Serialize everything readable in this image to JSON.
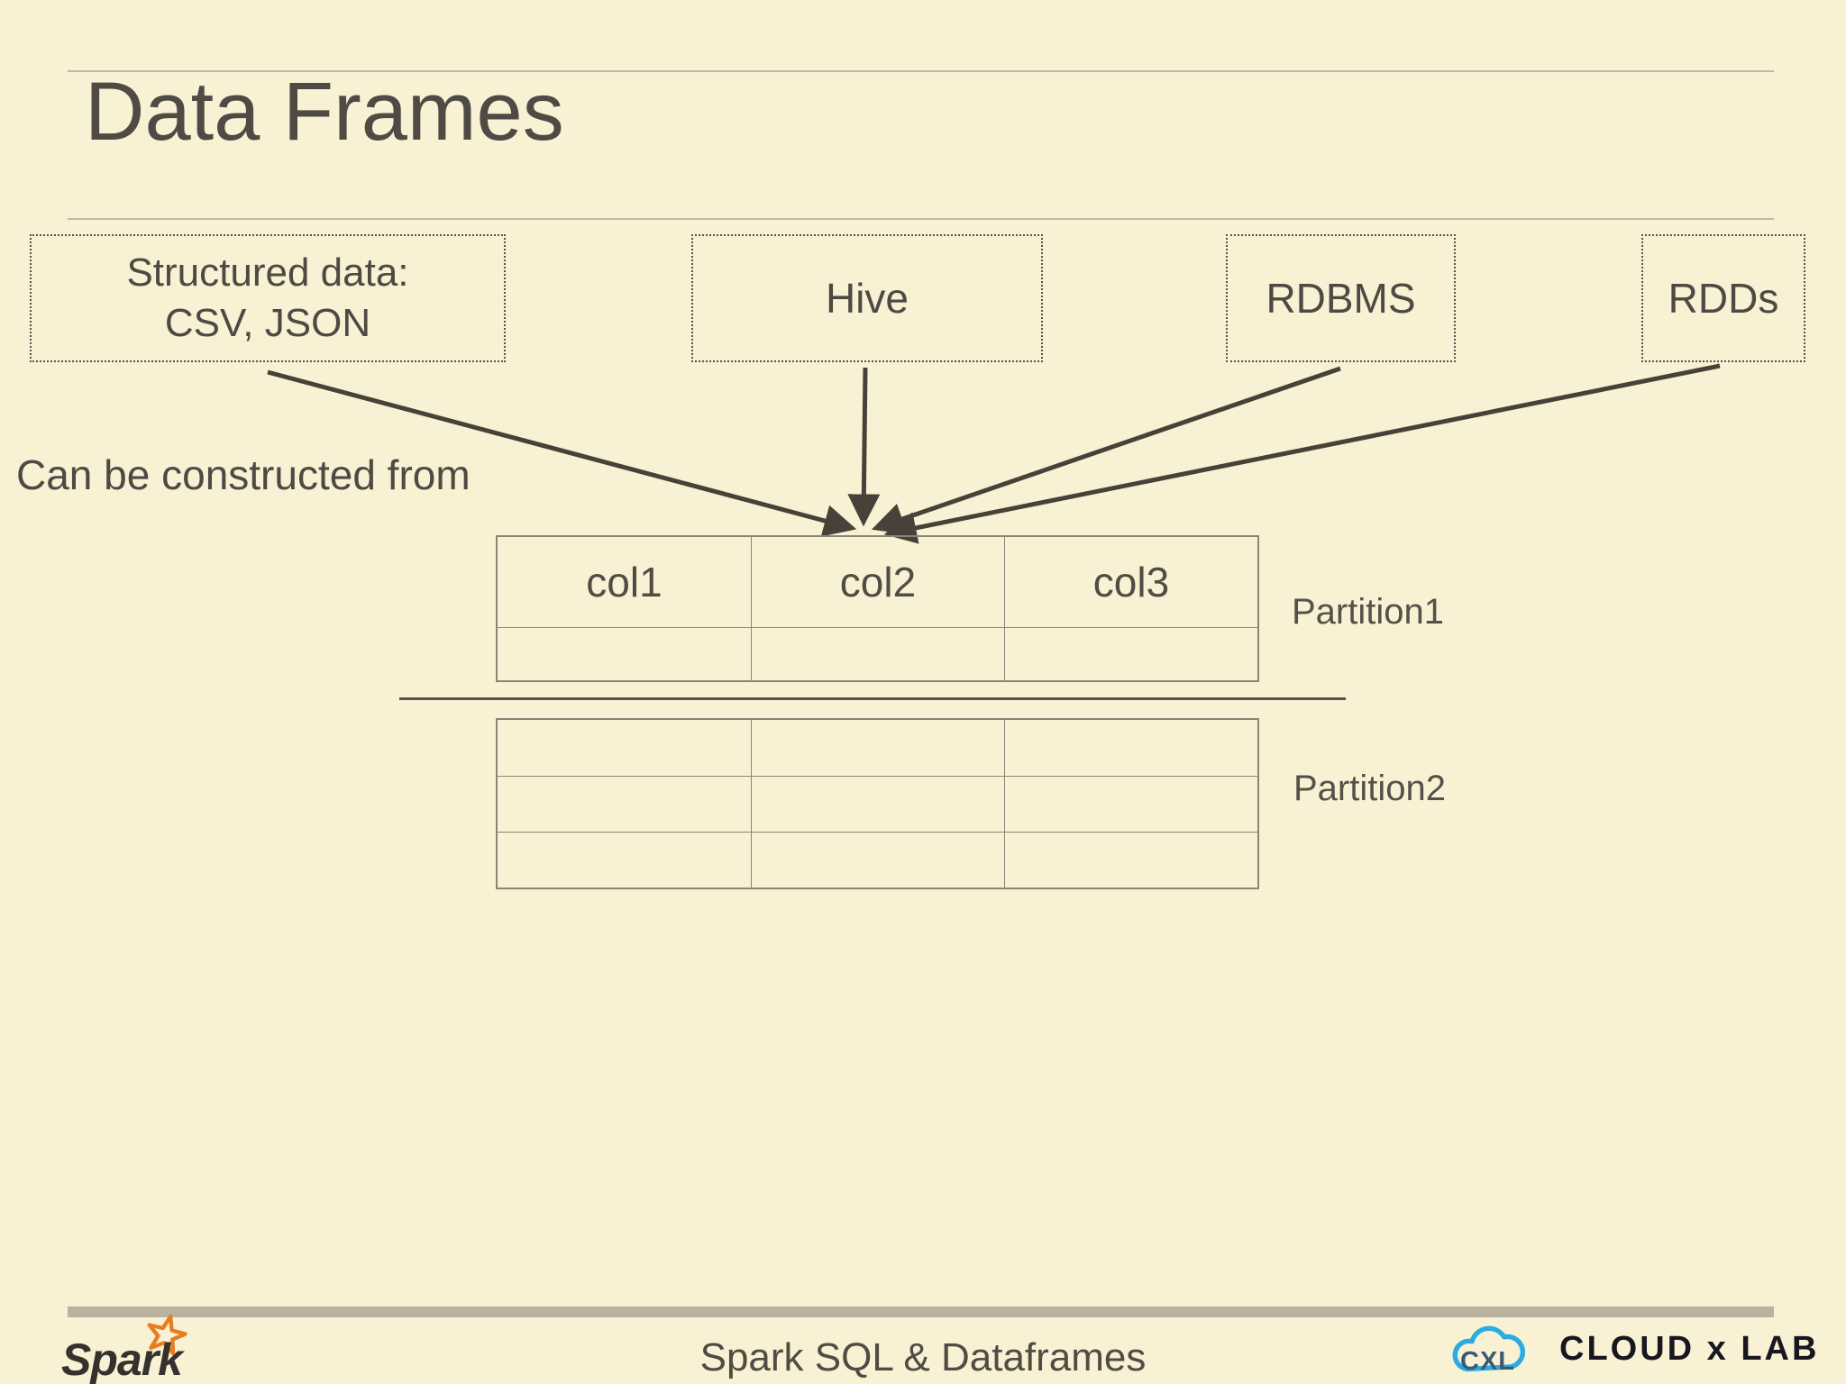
{
  "slide": {
    "title": "Data Frames",
    "caption": "Can be constructed from",
    "sources": [
      {
        "line1": "Structured data:",
        "line2": "CSV, JSON"
      },
      {
        "label": "Hive"
      },
      {
        "label": "RDBMS"
      },
      {
        "label": "RDDs"
      }
    ],
    "dataframe": {
      "columns": [
        "col1",
        "col2",
        "col3"
      ],
      "partition_labels": [
        "Partition1",
        "Partition2"
      ]
    }
  },
  "footer": {
    "spark_logo_text": "Spark",
    "center_text": "Spark SQL & Dataframes",
    "cloudxlab": {
      "monogram": "CXL",
      "label": "CLOUD x LAB"
    }
  },
  "icons": {
    "spark_star": "star-outline-icon",
    "cloudxlab_cloud": "cloud-outline-icon"
  },
  "colors": {
    "background": "#f8f1d3",
    "text": "#4e4943",
    "arrow": "#474239",
    "table_border": "#8b8579",
    "divider": "#c1ba9f",
    "footer_bar": "#b9b2a1",
    "spark_orange": "#e87c20",
    "cloud_blue": "#2aabe2",
    "cloudxlab_text": "#18171f"
  }
}
